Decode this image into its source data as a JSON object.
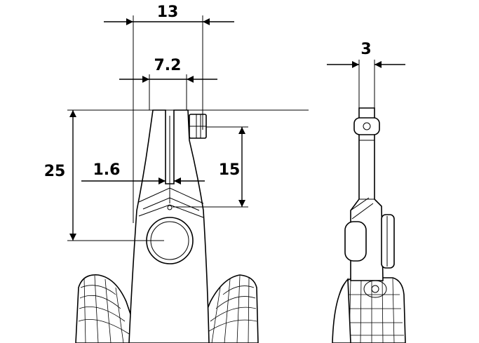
{
  "dimensions": {
    "width_overall": "13",
    "width_jaw": "7.2",
    "height_overall": "25",
    "height_jaw": "15",
    "blade_thickness": "1.6",
    "side_thickness": "3"
  },
  "colors": {
    "line": "#000000",
    "background": "#ffffff"
  }
}
